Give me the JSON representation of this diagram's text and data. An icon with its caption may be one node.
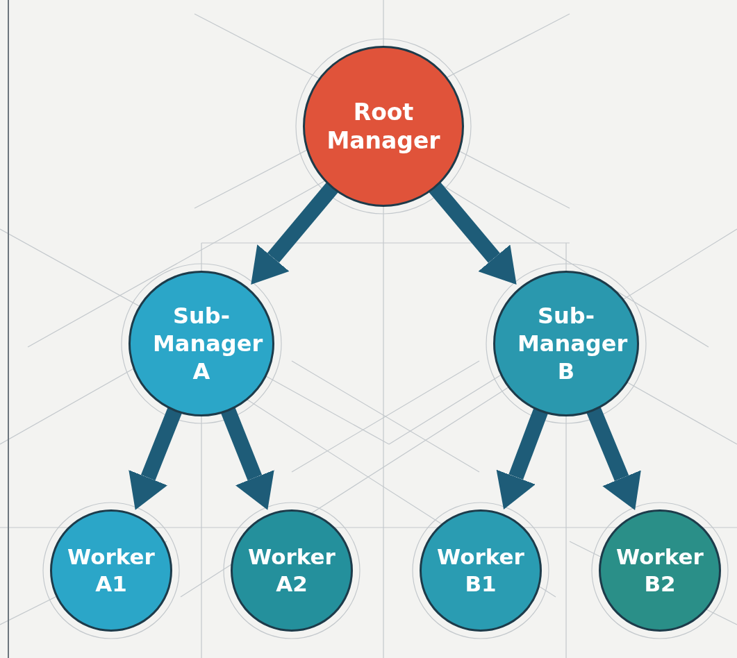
{
  "diagram": {
    "nodes": [
      {
        "text": [
          "Root Manager"
        ]
      },
      {
        "text": [
          "Sub-Manager A"
        ]
      },
      {
        "text": [
          "Sub-Manager B"
        ]
      },
      {
        "text": [
          "Worker A1"
        ]
      },
      {
        "text": [
          "Worker A2"
        ]
      },
      {
        "text": [
          "Worker B1"
        ]
      },
      {
        "text": [
          "Worker B2"
        ]
      }
    ],
    "edges": [
      {
        "from": 0,
        "to": 1,
        "arrow": "to"
      },
      {
        "from": 0,
        "to": 2,
        "arrow": "to"
      },
      {
        "from": 1,
        "to": 3,
        "arrow": "to"
      },
      {
        "from": 1,
        "to": 4,
        "arrow": "to"
      },
      {
        "from": 2,
        "to": 5,
        "arrow": "to"
      },
      {
        "from": 2,
        "to": 6,
        "arrow": "to"
      }
    ]
  }
}
